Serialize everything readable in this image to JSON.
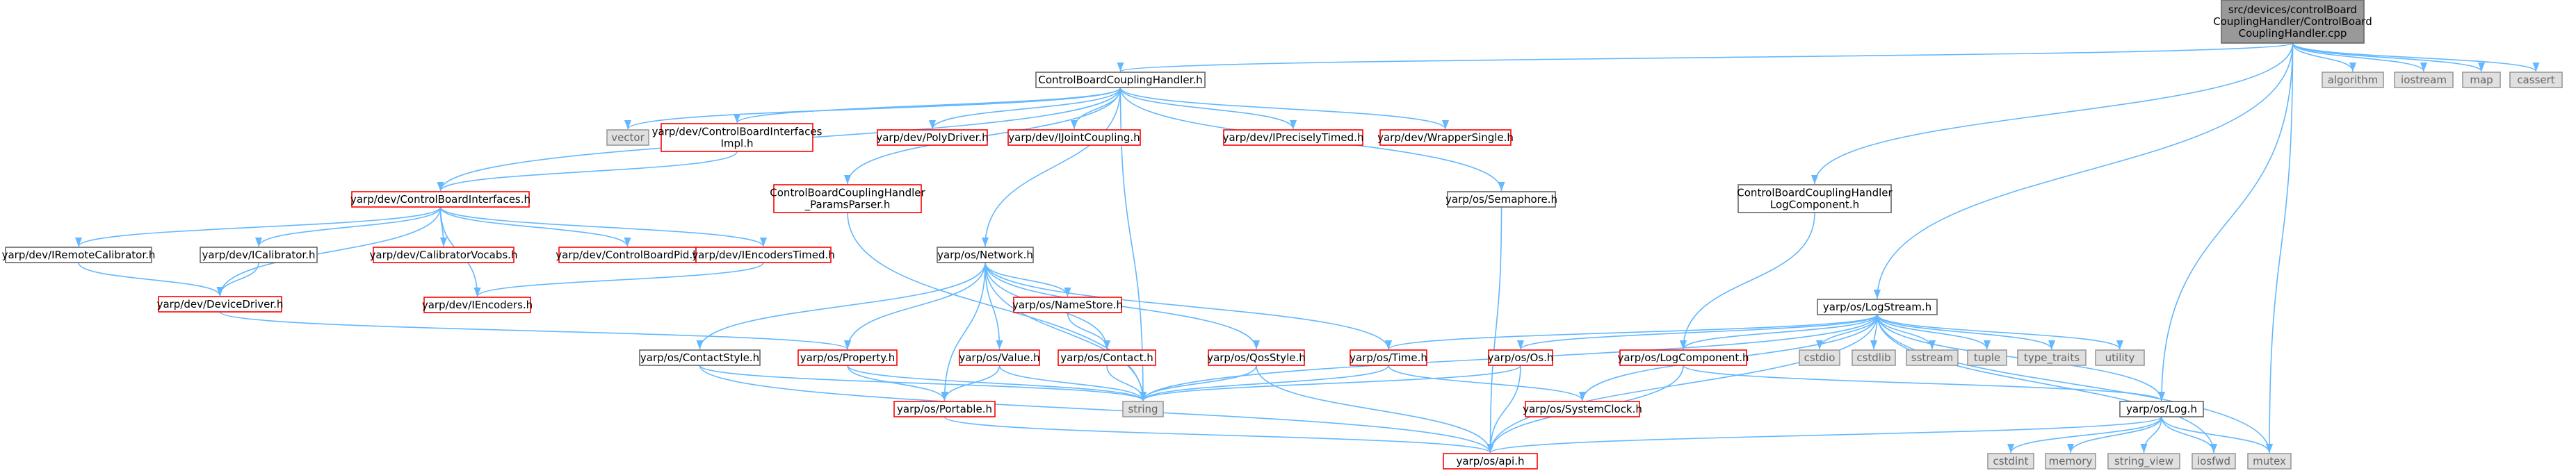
{
  "colors": {
    "edge": "#63b8ff",
    "root_fill": "#999999",
    "normal_stroke": "#666666",
    "missing_stroke": "#ff0000",
    "system_fill": "#e0e0e0",
    "system_stroke": "#999999"
  },
  "nodes": [
    {
      "id": "root",
      "lines": [
        "src/devices/controlBoard",
        "CouplingHandler/ControlBoard",
        "CouplingHandler.cpp"
      ],
      "kind": "root"
    },
    {
      "id": "cbch",
      "lines": [
        "ControlBoardCouplingHandler.h"
      ],
      "kind": "normal"
    },
    {
      "id": "algorithm",
      "lines": [
        "algorithm"
      ],
      "kind": "system"
    },
    {
      "id": "iostream",
      "lines": [
        "iostream"
      ],
      "kind": "system"
    },
    {
      "id": "map",
      "lines": [
        "map"
      ],
      "kind": "system"
    },
    {
      "id": "cassert",
      "lines": [
        "cassert"
      ],
      "kind": "system"
    },
    {
      "id": "vector",
      "lines": [
        "vector"
      ],
      "kind": "system"
    },
    {
      "id": "cbiimpl",
      "lines": [
        "yarp/dev/ControlBoardInterfaces",
        "Impl.h"
      ],
      "kind": "missing"
    },
    {
      "id": "polydriver",
      "lines": [
        "yarp/dev/PolyDriver.h"
      ],
      "kind": "missing"
    },
    {
      "id": "ijoint",
      "lines": [
        "yarp/dev/IJointCoupling.h"
      ],
      "kind": "missing"
    },
    {
      "id": "iprecisely",
      "lines": [
        "yarp/dev/IPreciselyTimed.h"
      ],
      "kind": "missing"
    },
    {
      "id": "wrapper",
      "lines": [
        "yarp/dev/WrapperSingle.h"
      ],
      "kind": "missing"
    },
    {
      "id": "cbi",
      "lines": [
        "yarp/dev/ControlBoardInterfaces.h"
      ],
      "kind": "missing"
    },
    {
      "id": "paramsparser",
      "lines": [
        "ControlBoardCouplingHandler",
        "_ParamsParser.h"
      ],
      "kind": "missing"
    },
    {
      "id": "semaphore",
      "lines": [
        "yarp/os/Semaphore.h"
      ],
      "kind": "normal"
    },
    {
      "id": "logcomp_h",
      "lines": [
        "ControlBoardCouplingHandler",
        "LogComponent.h"
      ],
      "kind": "normal"
    },
    {
      "id": "iremote",
      "lines": [
        "yarp/dev/IRemoteCalibrator.h"
      ],
      "kind": "normal"
    },
    {
      "id": "icalib",
      "lines": [
        "yarp/dev/ICalibrator.h"
      ],
      "kind": "normal"
    },
    {
      "id": "calibvocabs",
      "lines": [
        "yarp/dev/CalibratorVocabs.h"
      ],
      "kind": "missing"
    },
    {
      "id": "cbpid",
      "lines": [
        "yarp/dev/ControlBoardPid.h"
      ],
      "kind": "missing"
    },
    {
      "id": "iencoderstimed",
      "lines": [
        "yarp/dev/IEncodersTimed.h"
      ],
      "kind": "missing"
    },
    {
      "id": "network",
      "lines": [
        "yarp/os/Network.h"
      ],
      "kind": "normal"
    },
    {
      "id": "namestore",
      "lines": [
        "yarp/os/NameStore.h"
      ],
      "kind": "missing"
    },
    {
      "id": "logstream",
      "lines": [
        "yarp/os/LogStream.h"
      ],
      "kind": "normal"
    },
    {
      "id": "devicedriver",
      "lines": [
        "yarp/dev/DeviceDriver.h"
      ],
      "kind": "missing"
    },
    {
      "id": "iencoders",
      "lines": [
        "yarp/dev/IEncoders.h"
      ],
      "kind": "missing"
    },
    {
      "id": "contactstyle",
      "lines": [
        "yarp/os/ContactStyle.h"
      ],
      "kind": "normal"
    },
    {
      "id": "property",
      "lines": [
        "yarp/os/Property.h"
      ],
      "kind": "missing"
    },
    {
      "id": "value",
      "lines": [
        "yarp/os/Value.h"
      ],
      "kind": "missing"
    },
    {
      "id": "contact",
      "lines": [
        "yarp/os/Contact.h"
      ],
      "kind": "missing"
    },
    {
      "id": "qosstyle",
      "lines": [
        "yarp/os/QosStyle.h"
      ],
      "kind": "missing"
    },
    {
      "id": "time",
      "lines": [
        "yarp/os/Time.h"
      ],
      "kind": "missing"
    },
    {
      "id": "os",
      "lines": [
        "yarp/os/Os.h"
      ],
      "kind": "missing"
    },
    {
      "id": "logcomponent",
      "lines": [
        "yarp/os/LogComponent.h"
      ],
      "kind": "missing"
    },
    {
      "id": "cstdio",
      "lines": [
        "cstdio"
      ],
      "kind": "system"
    },
    {
      "id": "cstdlib",
      "lines": [
        "cstdlib"
      ],
      "kind": "system"
    },
    {
      "id": "sstream",
      "lines": [
        "sstream"
      ],
      "kind": "system"
    },
    {
      "id": "tuple",
      "lines": [
        "tuple"
      ],
      "kind": "system"
    },
    {
      "id": "type_traits",
      "lines": [
        "type_traits"
      ],
      "kind": "system"
    },
    {
      "id": "utility",
      "lines": [
        "utility"
      ],
      "kind": "system"
    },
    {
      "id": "string",
      "lines": [
        "string"
      ],
      "kind": "system"
    },
    {
      "id": "portable",
      "lines": [
        "yarp/os/Portable.h"
      ],
      "kind": "missing"
    },
    {
      "id": "systemclock",
      "lines": [
        "yarp/os/SystemClock.h"
      ],
      "kind": "missing"
    },
    {
      "id": "log",
      "lines": [
        "yarp/os/Log.h"
      ],
      "kind": "normal"
    },
    {
      "id": "api",
      "lines": [
        "yarp/os/api.h"
      ],
      "kind": "missing"
    },
    {
      "id": "cstdint",
      "lines": [
        "cstdint"
      ],
      "kind": "system"
    },
    {
      "id": "memory",
      "lines": [
        "memory"
      ],
      "kind": "system"
    },
    {
      "id": "string_view",
      "lines": [
        "string_view"
      ],
      "kind": "system"
    },
    {
      "id": "iosfwd",
      "lines": [
        "iosfwd"
      ],
      "kind": "system"
    },
    {
      "id": "mutex",
      "lines": [
        "mutex"
      ],
      "kind": "system"
    }
  ],
  "edges": [
    [
      "root",
      "cbch"
    ],
    [
      "root",
      "algorithm"
    ],
    [
      "root",
      "iostream"
    ],
    [
      "root",
      "map"
    ],
    [
      "root",
      "cassert"
    ],
    [
      "root",
      "logcomp_h"
    ],
    [
      "root",
      "logstream"
    ],
    [
      "root",
      "log"
    ],
    [
      "root",
      "mutex"
    ],
    [
      "cbch",
      "vector"
    ],
    [
      "cbch",
      "cbiimpl"
    ],
    [
      "cbch",
      "polydriver"
    ],
    [
      "cbch",
      "ijoint"
    ],
    [
      "cbch",
      "iprecisely"
    ],
    [
      "cbch",
      "wrapper"
    ],
    [
      "cbch",
      "cbi"
    ],
    [
      "cbch",
      "paramsparser"
    ],
    [
      "cbch",
      "semaphore"
    ],
    [
      "cbch",
      "network"
    ],
    [
      "cbch",
      "string"
    ],
    [
      "cbiimpl",
      "cbi"
    ],
    [
      "cbi",
      "iremote"
    ],
    [
      "cbi",
      "icalib"
    ],
    [
      "cbi",
      "calibvocabs"
    ],
    [
      "cbi",
      "cbpid"
    ],
    [
      "cbi",
      "iencoderstimed"
    ],
    [
      "cbi",
      "devicedriver"
    ],
    [
      "cbi",
      "iencoders"
    ],
    [
      "iremote",
      "devicedriver"
    ],
    [
      "icalib",
      "devicedriver"
    ],
    [
      "iencoderstimed",
      "iencoders"
    ],
    [
      "devicedriver",
      "property"
    ],
    [
      "paramsparser",
      "string"
    ],
    [
      "semaphore",
      "api"
    ],
    [
      "logcomp_h",
      "logcomponent"
    ],
    [
      "network",
      "contactstyle"
    ],
    [
      "network",
      "property"
    ],
    [
      "network",
      "namestore"
    ],
    [
      "network",
      "value"
    ],
    [
      "network",
      "contact"
    ],
    [
      "network",
      "qosstyle"
    ],
    [
      "network",
      "time"
    ],
    [
      "network",
      "portable"
    ],
    [
      "network",
      "string"
    ],
    [
      "namestore",
      "contact"
    ],
    [
      "contactstyle",
      "string"
    ],
    [
      "contactstyle",
      "api"
    ],
    [
      "property",
      "portable"
    ],
    [
      "property",
      "string"
    ],
    [
      "value",
      "portable"
    ],
    [
      "value",
      "string"
    ],
    [
      "contact",
      "string"
    ],
    [
      "qosstyle",
      "string"
    ],
    [
      "qosstyle",
      "api"
    ],
    [
      "time",
      "systemclock"
    ],
    [
      "time",
      "string"
    ],
    [
      "os",
      "string"
    ],
    [
      "os",
      "api"
    ],
    [
      "logcomponent",
      "log"
    ],
    [
      "logcomponent",
      "api"
    ],
    [
      "logstream",
      "cstdio"
    ],
    [
      "logstream",
      "cstdlib"
    ],
    [
      "logstream",
      "sstream"
    ],
    [
      "logstream",
      "tuple"
    ],
    [
      "logstream",
      "type_traits"
    ],
    [
      "logstream",
      "utility"
    ],
    [
      "logstream",
      "string"
    ],
    [
      "logstream",
      "os"
    ],
    [
      "logstream",
      "time"
    ],
    [
      "logstream",
      "logcomponent"
    ],
    [
      "logstream",
      "log"
    ],
    [
      "logstream",
      "api"
    ],
    [
      "logstream",
      "systemclock"
    ],
    [
      "logstream",
      "iosfwd"
    ],
    [
      "logstream",
      "mutex"
    ],
    [
      "portable",
      "api"
    ],
    [
      "log",
      "api"
    ],
    [
      "log",
      "cstdint"
    ],
    [
      "log",
      "memory"
    ],
    [
      "log",
      "string_view"
    ],
    [
      "log",
      "iosfwd"
    ],
    [
      "log",
      "mutex"
    ]
  ]
}
